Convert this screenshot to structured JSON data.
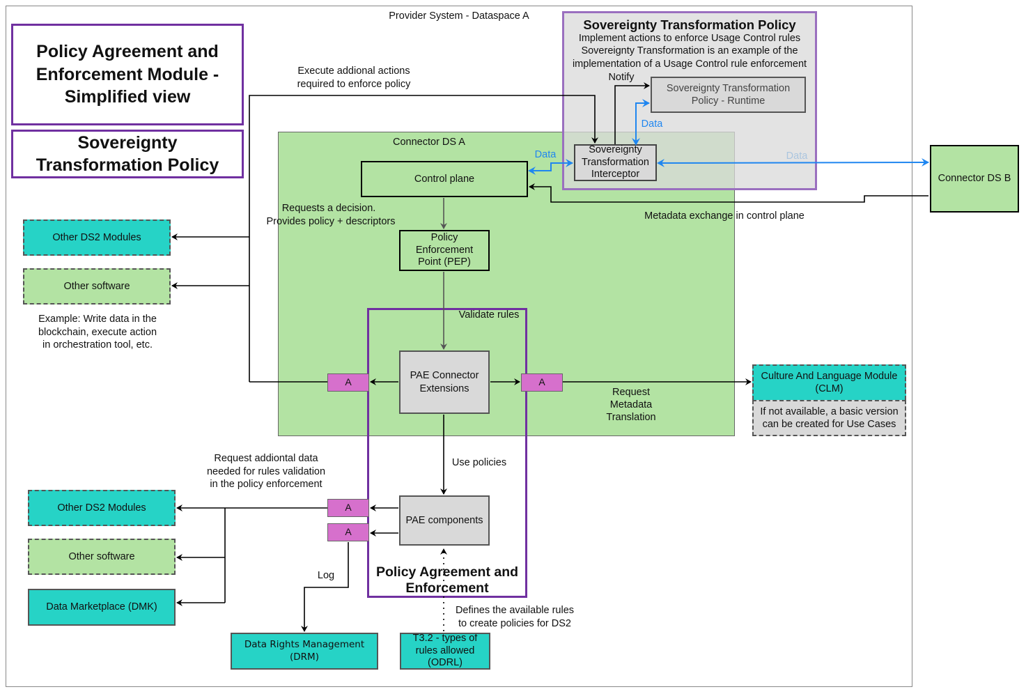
{
  "system": {
    "title": "Provider System - Dataspace A"
  },
  "header": {
    "main_title": "Policy Agreement and Enforcement Module - Simplified view",
    "sub_title": "Sovereignty Transformation Policy"
  },
  "stp_panel": {
    "title": "Sovereignty Transformation Policy",
    "desc_lines": [
      "Implement actions to enforce Usage Control rules",
      "Sovereignty Transformation is an example of the",
      "implementation of a Usage Control rule enforcement"
    ],
    "notify_label": "Notify",
    "runtime_box": "Sovereignty Transformation Policy - Runtime",
    "data_label": "Data",
    "interceptor_box": "Sovereignty Transformation Interceptor"
  },
  "connector_a": {
    "title": "Connector DS A",
    "control_plane": "Control plane",
    "pep": "Policy Enforcement Point (PEP)",
    "pae_ext": "PAE Connector Extensions",
    "validate_rules": "Validate rules",
    "data_label": "Data",
    "requests_decision": [
      "Requests a decision.",
      "Provides policy + descriptors"
    ]
  },
  "connector_b": {
    "label": "Connector DS B",
    "data_label": "Data"
  },
  "metadata_exchange": "Metadata exchange in control plane",
  "execute_actions": [
    "Execute addional actions",
    "required to enforce policy"
  ],
  "adapter_label": "A",
  "left_top": {
    "other_modules": "Other DS2 Modules",
    "other_software": "Other software",
    "example": [
      "Example: Write data in the",
      "blockchain, execute action",
      "in orchestration tool, etc."
    ]
  },
  "clm": {
    "label": "Culture And Language Module (CLM)",
    "note": "If not available, a basic version can be created for Use Cases",
    "request_label": [
      "Request",
      "Metadata",
      "Translation"
    ]
  },
  "pae": {
    "use_policies": "Use policies",
    "components": "PAE components",
    "group_title": "Policy Agreement and Enforcement",
    "defines_rules": [
      "Defines the available rules",
      "to create policies for DS2"
    ],
    "odrl_box": "T3.2 - types of rules allowed (ODRL)"
  },
  "left_bottom": {
    "request_additional": [
      "Request addiontal data",
      "needed for rules validation",
      "in the policy enforcement"
    ],
    "other_modules": "Other DS2 Modules",
    "other_software": "Other software",
    "marketplace": "Data Marketplace (DMK)",
    "log_label": "Log",
    "drm": "Data Rights Management (DRM)"
  },
  "colors": {
    "teal": "#26d3c6",
    "green": "#b3e3a3",
    "grey_box": "#d9d9d9",
    "purple": "#7030a0",
    "lavender": "#9a6fbf",
    "adapter": "#d670cc",
    "data_blue": "#1f86f0"
  }
}
